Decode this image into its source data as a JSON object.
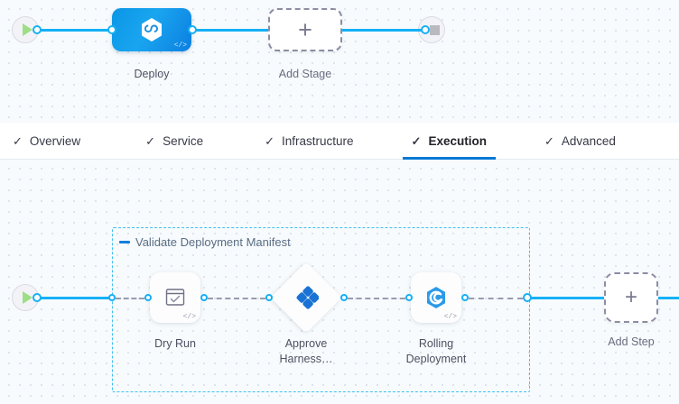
{
  "stage_graph": {
    "start_node": {
      "name": "pipeline-start",
      "icon": "play-icon"
    },
    "end_node": {
      "name": "pipeline-end",
      "icon": "stop-icon"
    },
    "stages": [
      {
        "label": "Deploy",
        "icon": "harness-logo-icon",
        "code_tag": "</>",
        "selected": true
      }
    ],
    "add_stage": {
      "label": "Add Stage",
      "icon": "plus-icon"
    }
  },
  "tabs": [
    {
      "label": "Overview",
      "icon": "check-icon",
      "active": false
    },
    {
      "label": "Service",
      "icon": "check-icon",
      "active": false
    },
    {
      "label": "Infrastructure",
      "icon": "check-icon",
      "active": false
    },
    {
      "label": "Execution",
      "icon": "check-icon",
      "active": true
    },
    {
      "label": "Advanced",
      "icon": "check-icon",
      "active": false
    }
  ],
  "execution_graph": {
    "start_node": {
      "name": "execution-start",
      "icon": "play-icon"
    },
    "group": {
      "title": "Validate Deployment Manifest",
      "collapse_icon": "minus-icon"
    },
    "steps": [
      {
        "label": "Dry Run",
        "icon": "checkbox-window-icon",
        "shape": "card",
        "code_tag": "</>"
      },
      {
        "label": "Approve\nHarness…",
        "icon": "approval-diamond-icon",
        "shape": "diamond",
        "code_tag": ""
      },
      {
        "label": "Rolling\nDeployment",
        "icon": "rolling-deployment-icon",
        "shape": "card",
        "code_tag": "</>"
      }
    ],
    "add_step": {
      "label": "Add Step",
      "icon": "plus-icon"
    }
  },
  "colors": {
    "accent_blue": "#15b0f6",
    "brand_blue": "#0278d5",
    "group_border": "#42c0ef",
    "canvas_bg": "#f7fbfd",
    "play_green": "#9ede86",
    "stop_gray": "#b9babf"
  }
}
